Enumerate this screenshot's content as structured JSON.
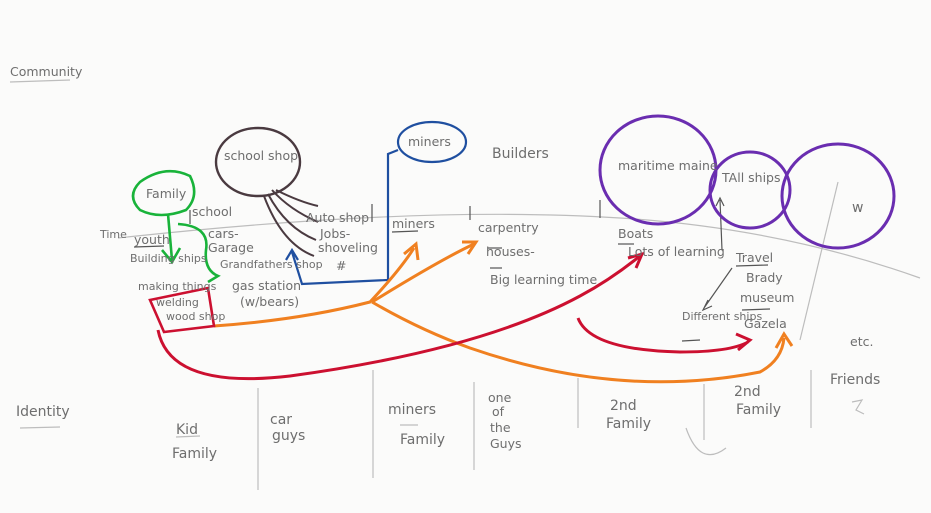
{
  "side_labels": {
    "community": "Community",
    "identity": "Identity",
    "time": "Time"
  },
  "community": {
    "family_bubble": "Family",
    "school_shop_bubble": "school shop",
    "miners_bubble": "miners",
    "builders": "Builders",
    "maritime_bubble": "maritime maine",
    "tall_ships_bubble": "TAll ships",
    "w_bubble": "w"
  },
  "timeline": {
    "youth": "youth",
    "building_ships": "Building ships",
    "making_things": "making things",
    "welding": "welding",
    "wood_shop": "wood shop",
    "school": "school",
    "cars": "cars-",
    "garage": "Garage",
    "grandfathers_shop": "Grandfathers shop",
    "gas_station": "gas station",
    "w_bears": "(w/bears)",
    "auto_shop": "Auto shop",
    "jobs": "Jobs-",
    "shoveling": "shoveling",
    "hash": "#",
    "miners": "miners",
    "carpentry": "carpentry",
    "houses": "houses-",
    "big_learning": "Big learning time",
    "boats": "Boats",
    "lots_of_learning": "Lots of learning",
    "travel": "Travel",
    "brady": "Brady",
    "museum": "museum",
    "gazela": "Gazela",
    "different_ships": "Different ships",
    "etc": "etc."
  },
  "identity": {
    "kid": "Kid",
    "family": "Family",
    "car": "car",
    "guys": "guys",
    "miners": "miners",
    "miners_family": "Family",
    "one_of": "one",
    "of": "of",
    "the": "the",
    "the_guys": "Guys",
    "second_family_a": "2nd",
    "second_family_a2": "Family",
    "second_family_b": "2nd",
    "second_family_b2": "Family",
    "friends": "Friends"
  },
  "colors": {
    "green": "#19b33a",
    "brown": "#4a3a40",
    "blue": "#1f4fa0",
    "orange": "#f08020",
    "red": "#cc1030",
    "purple": "#6a2db0",
    "pencil": "#6e6e6e"
  }
}
